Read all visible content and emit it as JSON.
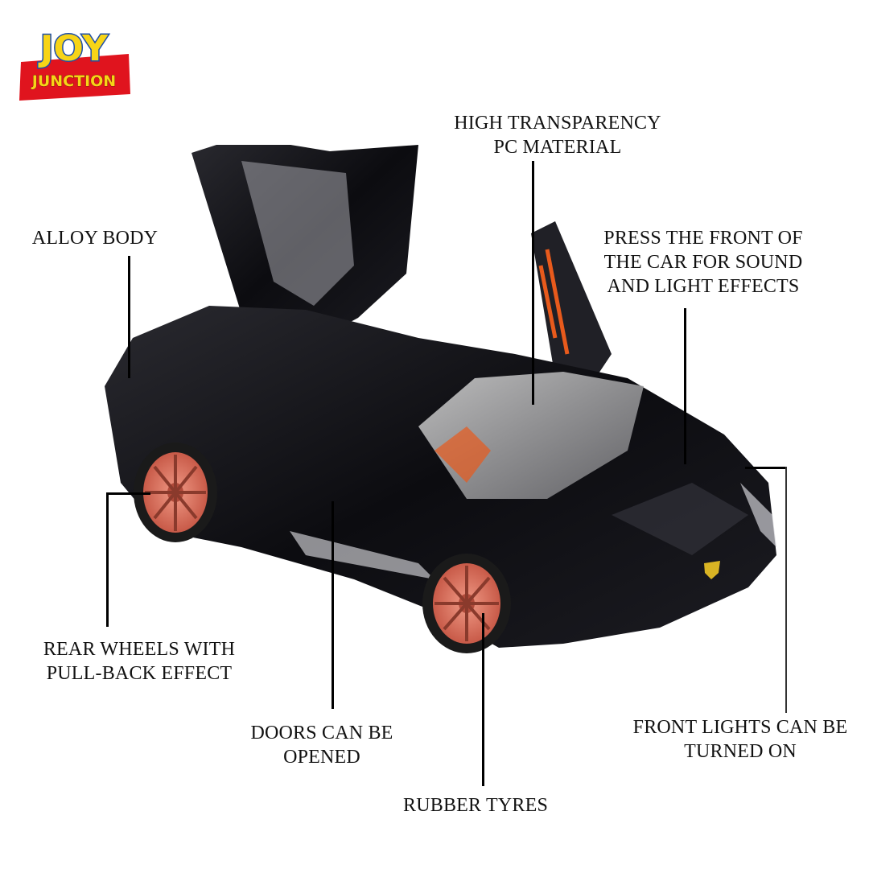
{
  "brand": {
    "name_line1": "JOY",
    "name_line2": "JUNCTION",
    "colors": {
      "yellow": "#F7D417",
      "blue": "#1E4FA8",
      "red": "#E0141E"
    }
  },
  "product": {
    "description": "Black die-cast sports car model with scissor doors open and copper/orange wheels",
    "body_color": "#0E0E12",
    "wheel_color": "#D8705E",
    "interior_accent": "#E85A1C",
    "badge_color": "#D9B424"
  },
  "callouts": [
    {
      "id": "alloy-body",
      "lines": [
        "ALLOY BODY"
      ]
    },
    {
      "id": "high-transparency",
      "lines": [
        "HIGH TRANSPARENCY",
        "PC MATERIAL"
      ]
    },
    {
      "id": "press-front",
      "lines": [
        "PRESS THE FRONT OF",
        "THE CAR FOR SOUND",
        "AND LIGHT EFFECTS"
      ]
    },
    {
      "id": "rear-wheels",
      "lines": [
        "REAR WHEELS WITH",
        "PULL-BACK EFFECT"
      ]
    },
    {
      "id": "doors",
      "lines": [
        "DOORS CAN BE",
        "OPENED"
      ]
    },
    {
      "id": "rubber-tyres",
      "lines": [
        "RUBBER TYRES"
      ]
    },
    {
      "id": "front-lights",
      "lines": [
        "FRONT LIGHTS CAN BE",
        "TURNED ON"
      ]
    }
  ]
}
